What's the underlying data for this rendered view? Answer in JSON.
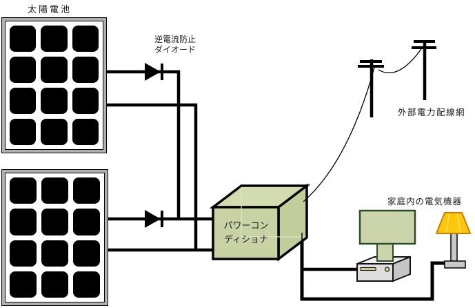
{
  "labels": {
    "solar_battery": "太陽電池",
    "diode": [
      "逆電流防止",
      "ダイオード"
    ],
    "power_conditioner": [
      "パワーコン",
      "ディショナ"
    ],
    "external_grid": "外部電力配線網",
    "household_devices": "家庭内の電気機器"
  },
  "colors": {
    "wire": "#000000",
    "panel_frame": "#b0b0b0",
    "panel_cell": "#000000",
    "conditioner_fill": "#c8d2a5",
    "monitor_fill": "#ccd4ab",
    "monitor_border": "#2d4d2b",
    "pc_front": "#dedede",
    "pc_top": "#efefef",
    "pc_side": "#c6c6c6",
    "lamp_shade": "#ffc60a",
    "lamp_shade_border": "#c87d00",
    "lamp_metal": "#c9c9c9"
  }
}
